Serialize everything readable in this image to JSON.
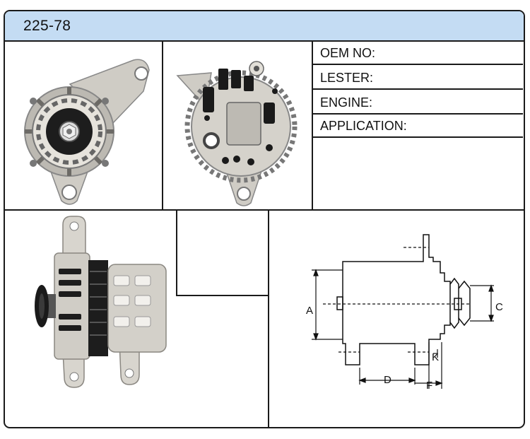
{
  "header": {
    "part_number": "225-78"
  },
  "specs": [
    {
      "label": "OEM NO:",
      "value": ""
    },
    {
      "label": "LESTER:",
      "value": ""
    },
    {
      "label": "ENGINE:",
      "value": ""
    },
    {
      "label": "APPLICATION:",
      "value": ""
    }
  ],
  "drawing": {
    "dim_a": "A",
    "dim_c": "C",
    "dim_d": "D",
    "dim_f": "F",
    "dim_k": "K"
  },
  "colors": {
    "header_bg": "#c4dcf3",
    "border": "#1a1a1a",
    "metal": "#c9c6bf",
    "metal_dark": "#8d8a84"
  }
}
